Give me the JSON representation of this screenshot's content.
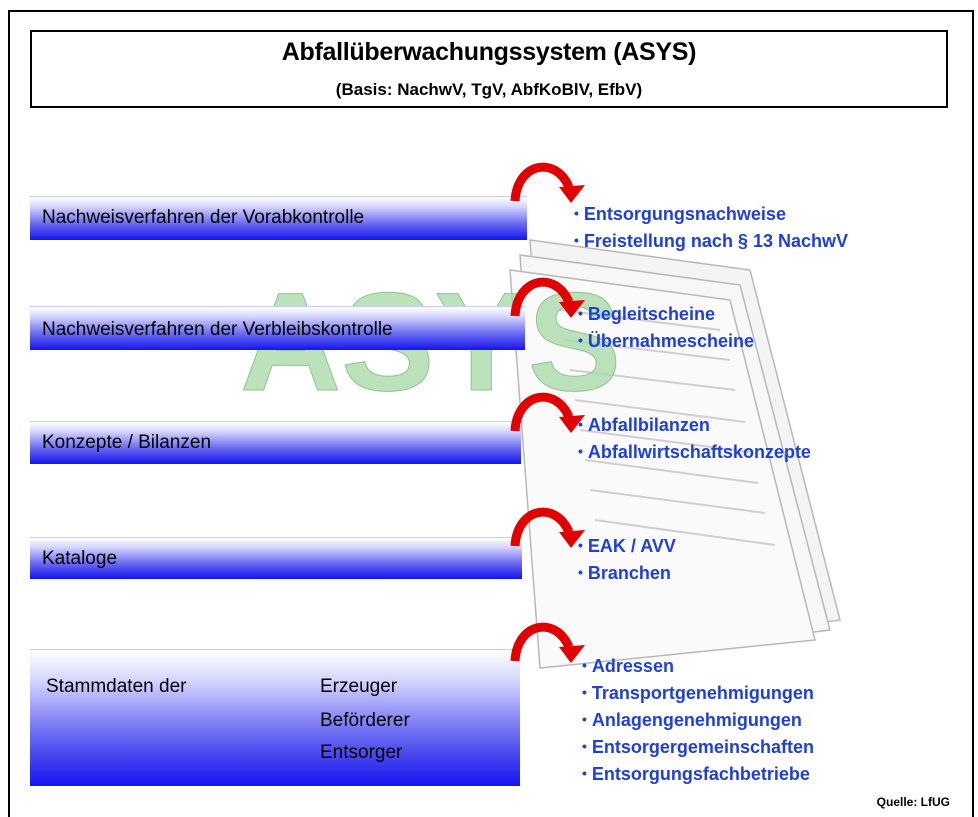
{
  "title": "Abfallüberwachungssystem (ASYS)",
  "subtitle": "(Basis: NachwV, TgV, AbfKoBlV, EfbV)",
  "watermark_text": "ASYS",
  "rows": [
    {
      "label": "Nachweisverfahren der Vorabkontrolle",
      "items": [
        "Entsorgungsnachweise",
        "Freistellung nach § 13 NachwV"
      ]
    },
    {
      "label": "Nachweisverfahren der Verbleibskontrolle",
      "items": [
        "Begleitscheine",
        "Übernahmescheine"
      ]
    },
    {
      "label": "Konzepte / Bilanzen",
      "items": [
        "Abfallbilanzen",
        "Abfallwirtschaftskonzepte"
      ]
    },
    {
      "label": "Kataloge",
      "items": [
        "EAK / AVV",
        "Branchen"
      ]
    }
  ],
  "stammdaten": {
    "label": "Stammdaten der",
    "types": [
      "Erzeuger",
      "Beförderer",
      "Entsorger"
    ],
    "items": [
      "Adressen",
      "Transportgenehmigungen",
      "Anlagengenehmigungen",
      "Entsorgergemeinschaften",
      "Entsorgungsfachbetriebe"
    ]
  },
  "bullet_char": "•",
  "source": "Quelle: LfUG",
  "colors": {
    "item_text": "#1f3fd8",
    "bar_dark": "#1414ee",
    "arrow": "#e00000",
    "watermark": "#a6d8a6"
  }
}
